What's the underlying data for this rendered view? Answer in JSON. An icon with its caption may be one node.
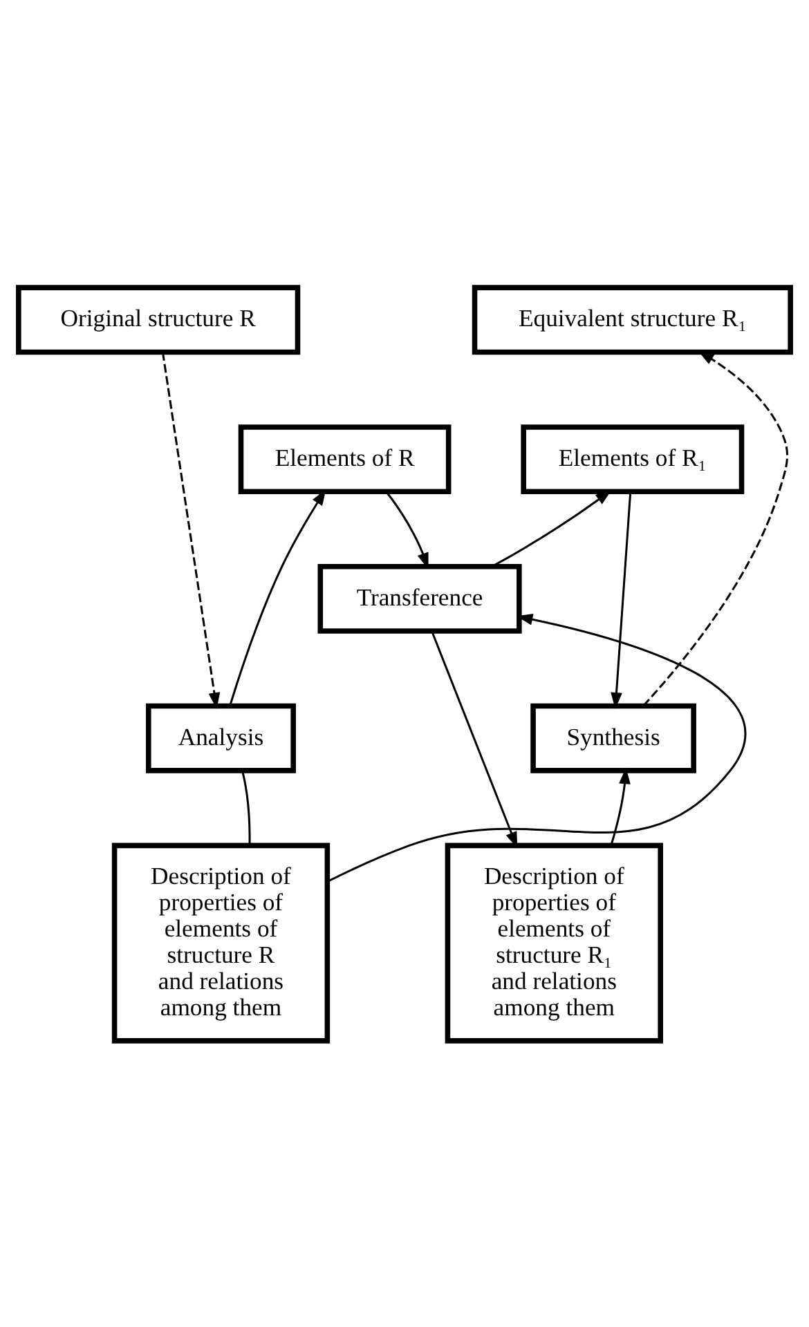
{
  "diagram": {
    "nodes": [
      {
        "text": [
          "Original structure R"
        ]
      },
      {
        "text": [
          "Equivalent structure R₁"
        ]
      },
      {
        "text": [
          "Elements of R"
        ]
      },
      {
        "text": [
          "Elements of R₁"
        ]
      },
      {
        "text": [
          "Transference"
        ]
      },
      {
        "text": [
          "Analysis"
        ]
      },
      {
        "text": [
          "Synthesis"
        ]
      },
      {
        "text": [
          "Description of properties of elements of structure R and relations among them"
        ]
      },
      {
        "text": [
          "Description of properties of elements of structure R₁ and relations among them"
        ]
      }
    ],
    "edges": [
      {
        "from": 0,
        "to": 5,
        "arrow": "to",
        "style": "dashed"
      },
      {
        "from": 5,
        "to": 2,
        "arrow": "to"
      },
      {
        "from": 2,
        "to": 4,
        "arrow": "to"
      },
      {
        "from": 5,
        "to": 7,
        "arrow": "none"
      },
      {
        "from": 7,
        "to": 4,
        "arrow": "to"
      },
      {
        "from": 4,
        "to": 3,
        "arrow": "to"
      },
      {
        "from": 3,
        "to": 6,
        "arrow": "to"
      },
      {
        "from": 4,
        "to": 8,
        "arrow": "to"
      },
      {
        "from": 8,
        "to": 6,
        "arrow": "to"
      },
      {
        "from": 6,
        "to": 1,
        "arrow": "to",
        "style": "dashed"
      }
    ]
  }
}
